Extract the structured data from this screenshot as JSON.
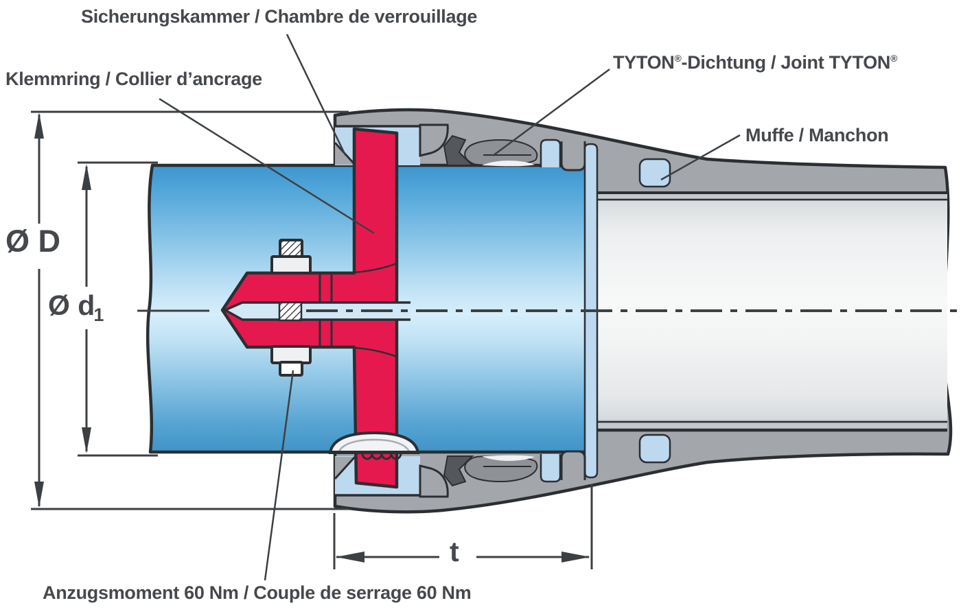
{
  "diagram": {
    "type": "technical-cross-section",
    "subject": "Restrained push-in pipe joint with TYTON gasket, cross-section",
    "callouts": {
      "locking_chamber": "Sicherungskammer / Chambre de verrouillage",
      "clamp_ring": "Klemmring / Collier d’ancrage",
      "gasket_name": "TYTON",
      "gasket_reg": "®",
      "gasket_mid": "-Dichtung / Joint TYTON",
      "gasket_reg2": "®",
      "socket": "Muffe / Manchon",
      "torque": "Anzugsmoment 60 Nm / Couple de serrage 60 Nm"
    },
    "dimensions": {
      "socket_outer": "Ø D",
      "pipe_outer_base": "Ø d",
      "pipe_outer_sub": "1",
      "insertion_depth": "t"
    },
    "colors": {
      "red": "#E6194E",
      "pipe-top": "#3C96CE",
      "pipe-light": "#D7EEFB",
      "socket-gray": "#A3A7AB",
      "chamber-blue": "#BCD9F0",
      "slot-blue": "#D3E8F7",
      "gasket-dark": "#54585C",
      "gasket-mid": "#8E9296",
      "ink": "#2B2F33",
      "line": "#3C4043",
      "text": "#45484C"
    }
  }
}
